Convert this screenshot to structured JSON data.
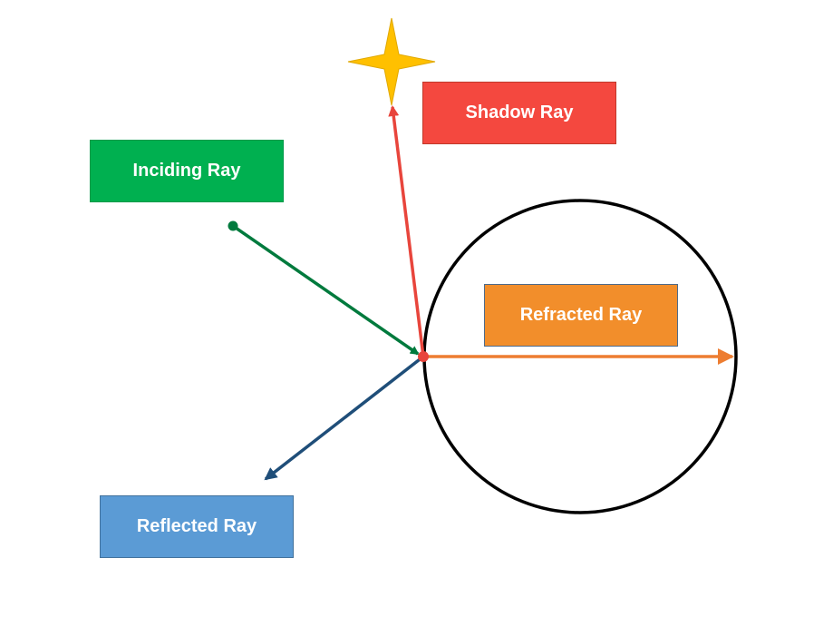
{
  "labels": {
    "inciding": "Inciding Ray",
    "shadow": "Shadow Ray",
    "refracted": "Refracted Ray",
    "reflected": "Reflected Ray"
  },
  "colors": {
    "inciding": "#00b050",
    "inciding_line": "#007a3d",
    "shadow": "#f4483f",
    "shadow_line": "#e8453c",
    "refracted": "#f28e2b",
    "refracted_line": "#ed7d31",
    "reflected": "#5b9bd5",
    "reflected_line": "#1f4e79",
    "light": "#ffc000",
    "sphere": "#000000",
    "hit_point": "#e8453c"
  },
  "icons": {
    "light_source": "four-point-star-icon",
    "sphere": "circle-icon"
  }
}
